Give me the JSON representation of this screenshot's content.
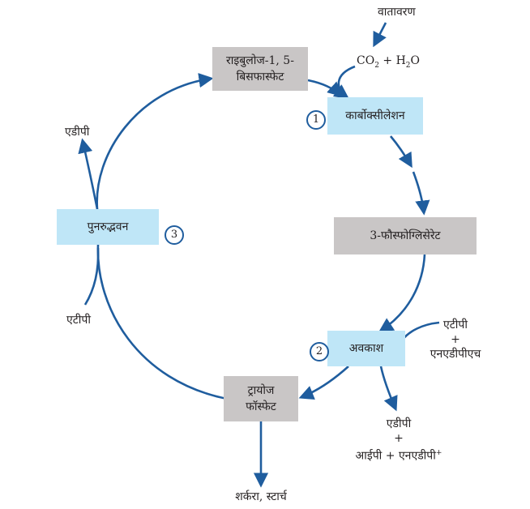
{
  "nodes": {
    "ribulose": {
      "line1": "राइबुलोज-1, 5-",
      "line2": "बिसफास्फेट"
    },
    "carboxylation": "कार्बोक्सीलेशन",
    "pga": "3-फौस्फोग्लिसेरेट",
    "reduction": "अवकाश",
    "triose": {
      "line1": "ट्रायोज",
      "line2": "फॉस्फेट"
    },
    "regeneration": "पुनरुद्भवन"
  },
  "steps": {
    "one": "1",
    "two": "2",
    "three": "3"
  },
  "inputs": {
    "atmosphere": "वातावरण",
    "co2_prefix": "CO",
    "co2_sub": "2",
    "h2o_prefix": " + H",
    "h2o_sub": "2",
    "h2o_suffix": "O",
    "reduction_in": {
      "line1": "एटीपी",
      "line2": "+",
      "line3": "एनएडीपीएच"
    },
    "regen_in": "एटीपी"
  },
  "outputs": {
    "regen_out": "एडीपी",
    "reduction_out": {
      "line1": "एडीपी",
      "line2": "+",
      "line3_main": "आईपी + एनएडीपी",
      "line3_sup": "+"
    },
    "final": "शर्करा, स्टार्च"
  },
  "colors": {
    "arrow": "#1f5d9e",
    "gray_box": "#c9c6c6",
    "blue_box": "#bfe6f7"
  }
}
